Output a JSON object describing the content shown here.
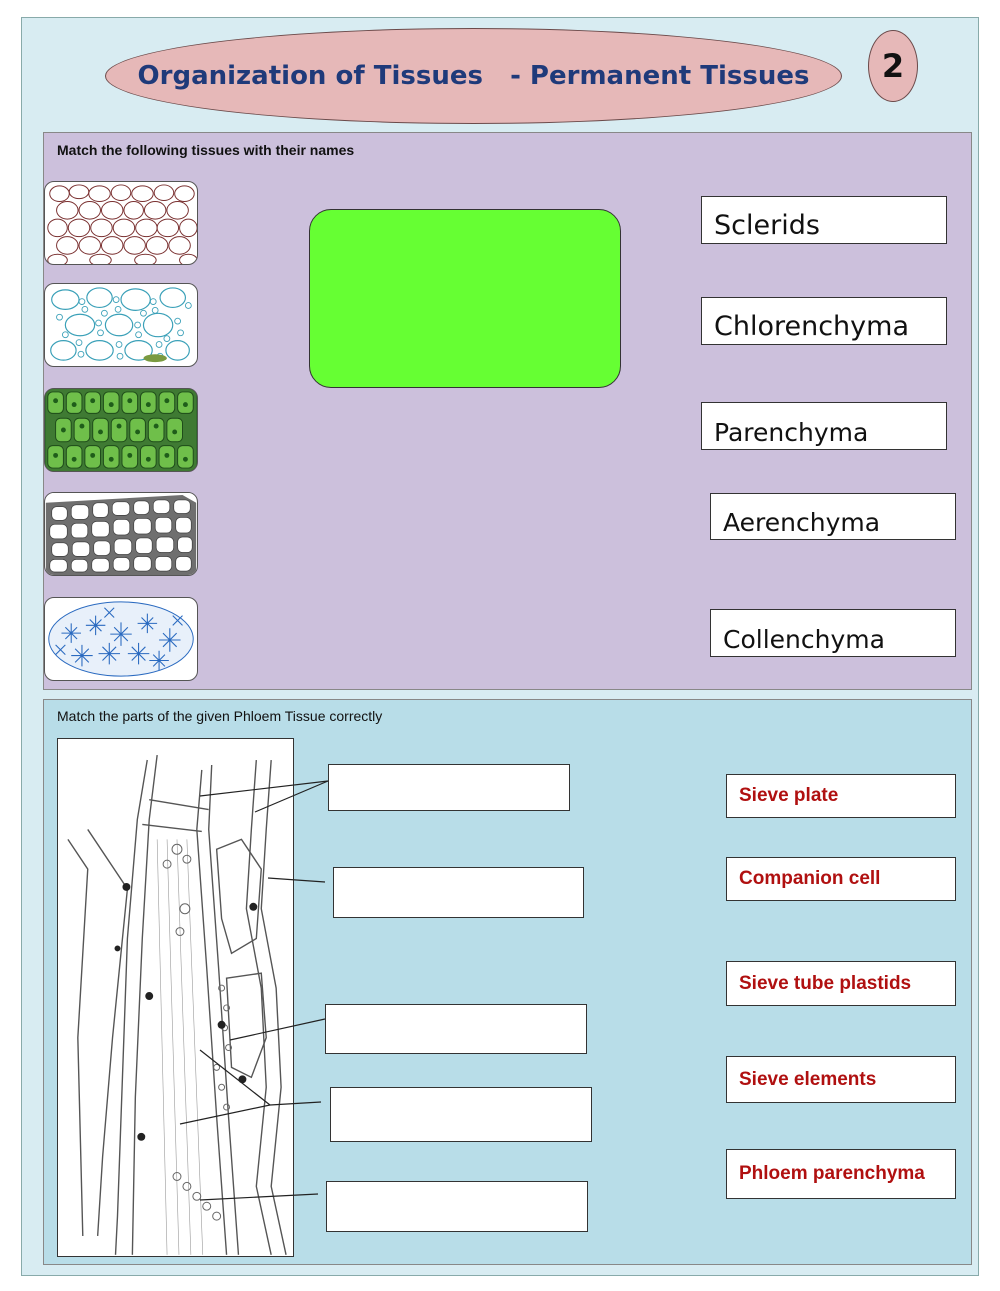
{
  "header": {
    "title": "Organization of Tissues   - Permanent Tissues",
    "page_number": "2"
  },
  "section1": {
    "instruction": "Match the following tissues with their names",
    "tissue_images": [
      "parenchyma-image",
      "aerenchyma-image",
      "chlorenchyma-image",
      "collenchyma-image",
      "sclereids-image"
    ],
    "names": [
      "Sclerids",
      "Chlorenchyma",
      "Parenchyma",
      "Aerenchyma",
      "Collenchyma"
    ],
    "drop_zone_color": "#66ff33"
  },
  "section2": {
    "instruction": "Match the parts of the given Phloem Tissue correctly",
    "parts": [
      "Sieve plate",
      "Companion cell",
      "Sieve tube plastids",
      "Sieve elements",
      "Phloem parenchyma"
    ],
    "part_text_color": "#b01010"
  }
}
